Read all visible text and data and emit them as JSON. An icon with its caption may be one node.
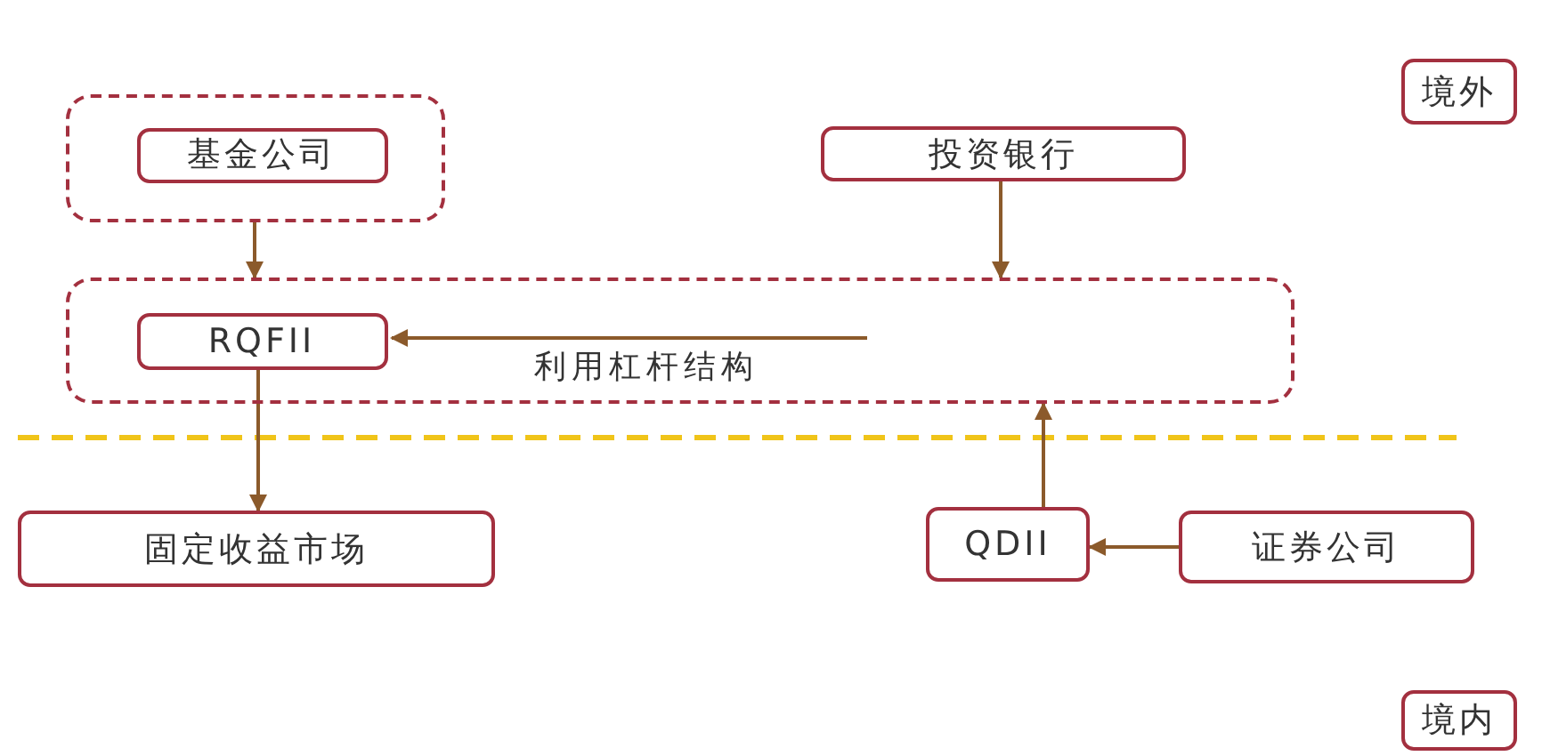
{
  "diagram": {
    "nodes": [
      {
        "text": [],
        "shape": "box"
      },
      {
        "text": [
          "基金公司"
        ],
        "in": 0
      },
      {
        "text": [
          "投资银行"
        ]
      },
      {
        "text": [],
        "shape": "box"
      },
      {
        "text": [
          "RQFII"
        ],
        "in": 3
      },
      {
        "text": [
          "固定收益市场"
        ]
      },
      {
        "text": [
          "QDII"
        ]
      },
      {
        "text": [
          "证券公司"
        ]
      },
      {
        "text": [
          "境外"
        ]
      },
      {
        "text": [
          "境内"
        ]
      }
    ],
    "edges": [
      {
        "from": 0,
        "to": 3,
        "arrow": "to"
      },
      {
        "from": 2,
        "to": 3,
        "arrow": "to"
      },
      {
        "from": null,
        "to": 4,
        "arrow": "to",
        "label": "利用杠杆结构"
      },
      {
        "from": 4,
        "to": 5,
        "arrow": "to"
      },
      {
        "from": 6,
        "to": 3,
        "arrow": "to"
      },
      {
        "from": 7,
        "to": 6,
        "arrow": "to"
      }
    ]
  }
}
